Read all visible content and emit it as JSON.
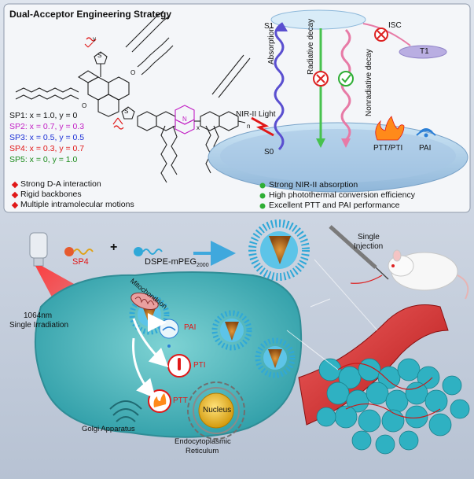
{
  "top_panel": {
    "title": "Dual-Acceptor Engineering Strategy",
    "polymers": [
      {
        "label": "SP1: x = 1.0, y = 0",
        "color": "#111111"
      },
      {
        "label": "SP2: x = 0.7, y = 0.3",
        "color": "#c21fc4"
      },
      {
        "label": "SP3: x = 0.5, y = 0.5",
        "color": "#1b2fd6"
      },
      {
        "label": "SP4: x = 0.3, y = 0.7",
        "color": "#e01818"
      },
      {
        "label": "SP5: x = 0,    y = 1.0",
        "color": "#1b8a1b"
      }
    ],
    "features_left": [
      "Strong D-A interaction",
      "Rigid backbones",
      "Multiple intramolecular motions"
    ],
    "features_right": [
      "Strong NIR-II absorption",
      "High photothermal conversion efficiency",
      "Excellent PTT and PAI performance"
    ],
    "bullet_colors": {
      "left": "#e01818",
      "right": "#2fae35"
    },
    "jablonski": {
      "s1": "S1",
      "s0": "S0",
      "t1": "T1",
      "absorption": "Absorption",
      "radiative": "Radiative decay",
      "nonradiative": "Nonradiative decay",
      "isc": "ISC",
      "nir_light": "NIR-II Light",
      "ptt_pti": "PTT/PTI",
      "pai": "PAI"
    },
    "structure_labels": {
      "sub_y": "y",
      "sub_n": "n",
      "sub_x": "x",
      "atom_S": "S",
      "atom_N": "N",
      "atom_O": "O"
    }
  },
  "bottom_panel": {
    "sp4": "SP4",
    "plus": "+",
    "peg": "DSPE-mPEG",
    "peg_sub": "2000",
    "single": "Single",
    "injection": "Injection",
    "irradiation_1": "1064nm",
    "irradiation_2": "Single Irradiation",
    "mitochondrion": "Mitochondrion",
    "pai": "PAI",
    "pti": "PTI",
    "ptt": "PTT",
    "nucleus": "Nucleus",
    "golgi": "Golgi Apparatus",
    "er_1": "Endocytoplasmic",
    "er_2": "Reticulum"
  },
  "colors": {
    "accent_red": "#e01818",
    "cell": "#3fb1b8",
    "nucleus": "#e8b318",
    "np_core": "#c9711f",
    "np_shell": "#2fa8d8"
  }
}
